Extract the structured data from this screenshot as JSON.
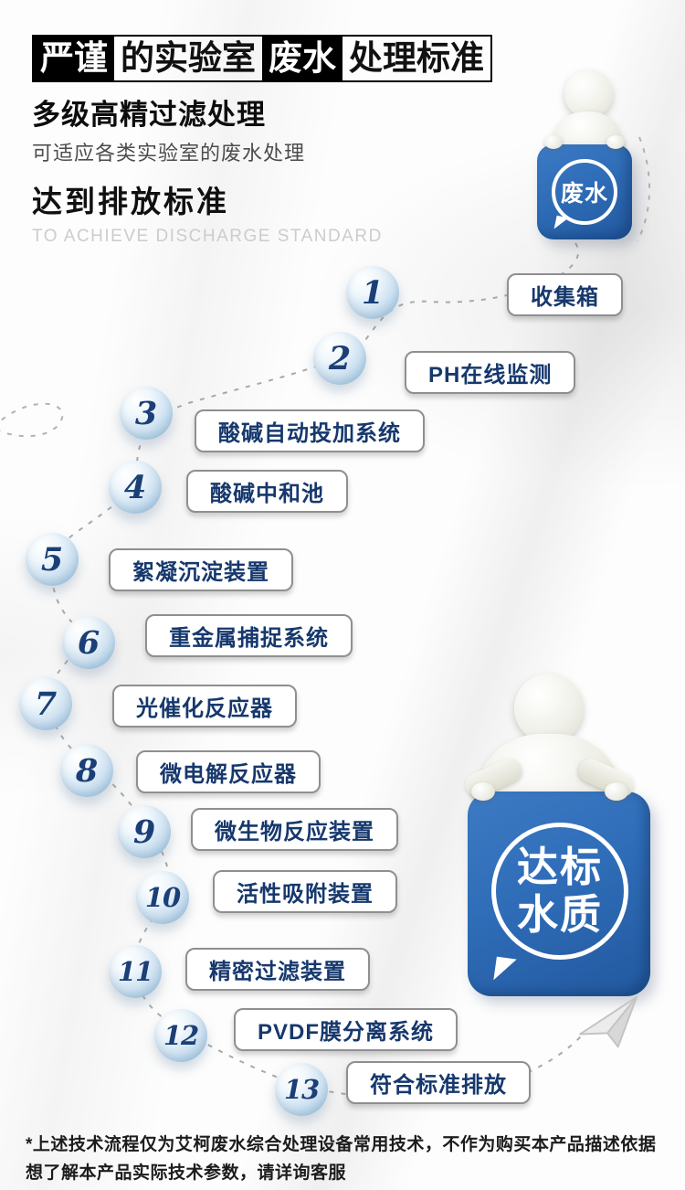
{
  "header": {
    "title_seg1": "严谨",
    "title_seg2": "的实验室",
    "title_seg3": "废水",
    "title_seg4": "处理标准",
    "feature_title": "多级高精过滤处理",
    "feature_desc": "可适应各类实验室的废水处理",
    "standard_title": "达到排放标准",
    "standard_en": "TO ACHIEVE DISCHARGE STANDARD"
  },
  "badge_top": {
    "label": "废水",
    "icon": "speech-bubble-icon"
  },
  "badge_bottom": {
    "line1": "达标",
    "line2": "水质",
    "icon": "speech-bubble-icon"
  },
  "steps": [
    {
      "num": "1",
      "label": "收集箱"
    },
    {
      "num": "2",
      "label": "PH在线监测"
    },
    {
      "num": "3",
      "label": "酸碱自动投加系统"
    },
    {
      "num": "4",
      "label": "酸碱中和池"
    },
    {
      "num": "5",
      "label": "絮凝沉淀装置"
    },
    {
      "num": "6",
      "label": "重金属捕捉系统"
    },
    {
      "num": "7",
      "label": "光催化反应器"
    },
    {
      "num": "8",
      "label": "微电解反应器"
    },
    {
      "num": "9",
      "label": "微生物反应装置"
    },
    {
      "num": "10",
      "label": "活性吸附装置"
    },
    {
      "num": "11",
      "label": "精密过滤装置"
    },
    {
      "num": "12",
      "label": "PVDF膜分离系统"
    },
    {
      "num": "13",
      "label": "符合标准排放"
    }
  ],
  "footnote": {
    "line1": "*上述技术流程仅为艾柯废水综合处理设备常用技术，不作为购买本产品描述依据",
    "line2": "想了解本产品实际技术参数，请详询客服"
  },
  "icons": {
    "plane": "paper-plane-icon",
    "flow": "dashed-flow-path"
  },
  "colors": {
    "badge_blue": "#2f6db8",
    "label_navy": "#16386d",
    "ball_blue": "#8db8d8",
    "title_black": "#000000"
  }
}
